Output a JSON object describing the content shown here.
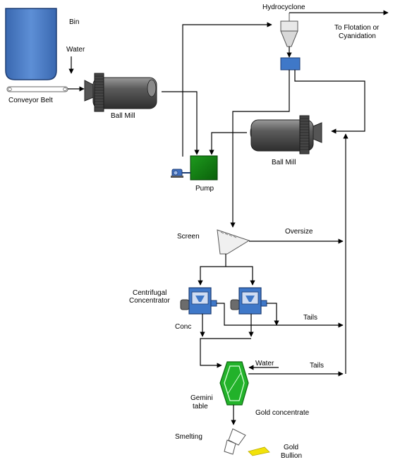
{
  "labels": {
    "bin": "Bin",
    "water_top": "Water",
    "conveyor_belt": "Conveyor Belt",
    "ball_mill_1": "Ball Mill",
    "hydrocyclone": "Hydrocyclone",
    "to_flotation_line1": "To Flotation or",
    "to_flotation_line2": "Cyanidation",
    "ball_mill_2": "Ball Mill",
    "pump": "Pump",
    "screen": "Screen",
    "oversize": "Oversize",
    "centrifugal_line1": "Centrifugal",
    "centrifugal_line2": "Concentrator",
    "conc": "Conc",
    "tails_1": "Tails",
    "water_gemini": "Water",
    "tails_2": "Tails",
    "gemini_line1": "Gemini",
    "gemini_line2": "table",
    "gold_concentrate": "Gold concentrate",
    "smelting": "Smelting",
    "gold_line1": "Gold",
    "gold_line2": "Bullion"
  },
  "colors": {
    "bin_blue": "#4a7cc4",
    "mill_gray": "#5e5e5e",
    "pump_green": "#108010",
    "concentrator_blue": "#3f78c8",
    "gemini_green": "#22b22a",
    "gold_yellow": "#f2e20a",
    "line": "#000000"
  }
}
